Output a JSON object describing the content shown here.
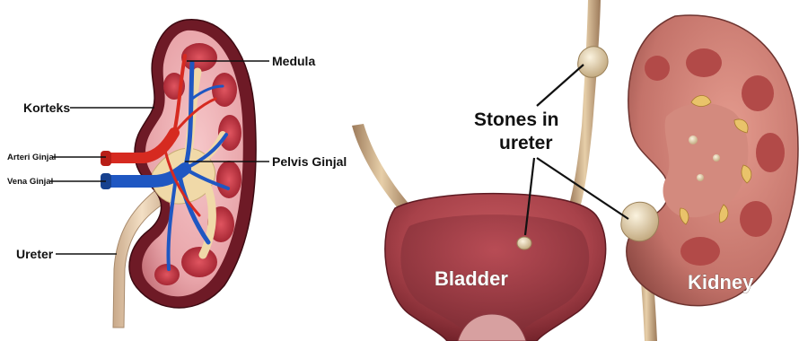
{
  "left_diagram": {
    "labels": {
      "medula": "Medula",
      "korteks": "Korteks",
      "arteri": "Arteri Ginjal",
      "vena": "Vena Ginjal",
      "pelvis": "Pelvis Ginjal",
      "ureter": "Ureter"
    }
  },
  "right_diagram": {
    "labels": {
      "stones_line1": "Stones in",
      "stones_line2": "ureter",
      "bladder": "Bladder",
      "kidney": "Kidney"
    }
  },
  "colors": {
    "capsule": "#7a1e2a",
    "cortex": "#e8a4a9",
    "pyramid": "#b8303c",
    "pelvis": "#f0d9a8",
    "artery": "#d62a20",
    "vein": "#1f57c2",
    "bladder": "#a8424a",
    "kidney_body": "#c4736a",
    "stone": "#e9d9b6"
  }
}
